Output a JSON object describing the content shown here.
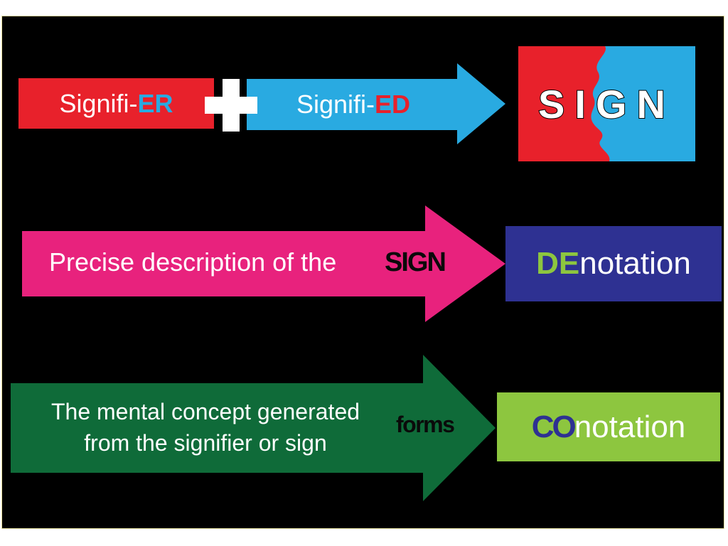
{
  "colors": {
    "background": "#000000",
    "red": "#e8212b",
    "blue": "#29aae1",
    "pink": "#e8227d",
    "navy": "#2e3192",
    "dark_green": "#0f6b39",
    "lime": "#8dc63f"
  },
  "row1": {
    "signifier": {
      "prefix": "Signifi-",
      "suffix": "ER"
    },
    "plus_icon": "plus-icon",
    "signified": {
      "prefix": "Signifi-",
      "suffix": "ED"
    },
    "result": "SIGN"
  },
  "row2": {
    "arrow_text": "Precise description of the",
    "arrow_emphasis": "SIGN",
    "result": {
      "prefix": "DE",
      "suffix": "notation"
    }
  },
  "row3": {
    "arrow_text": "The mental concept generated from the signifier or sign",
    "arrow_emphasis": "forms",
    "result": {
      "prefix": "CO",
      "suffix": "notation"
    }
  }
}
